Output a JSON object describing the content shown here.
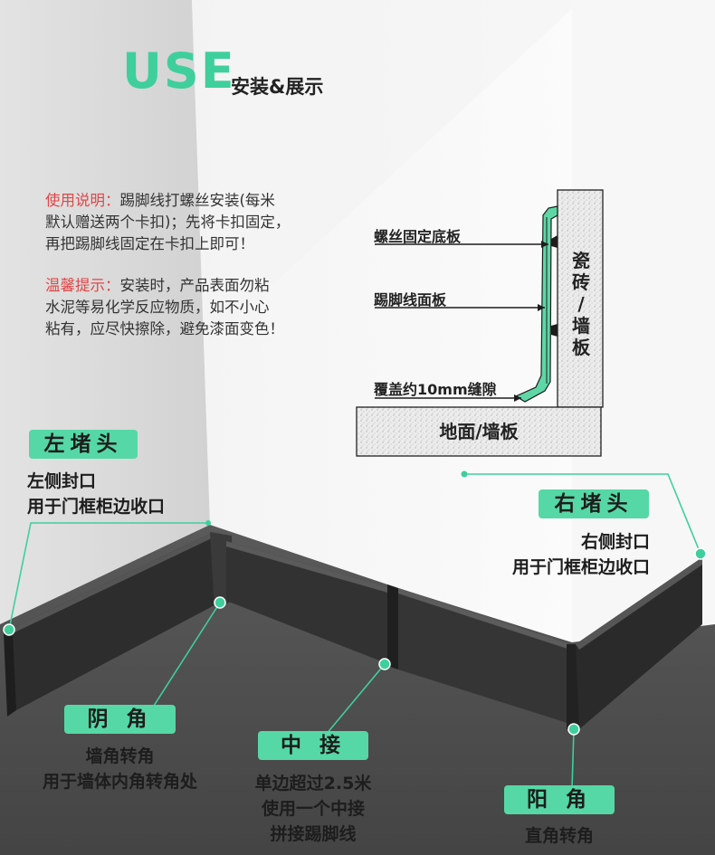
{
  "header": {
    "title": "USE",
    "subtitle": "安装&展示"
  },
  "instructions": {
    "usage_label": "使用说明：",
    "usage_line1": "踢脚线打螺丝安装(每米",
    "usage_line2": "默认赠送两个卡扣)；先将卡扣固定，",
    "usage_line3": "再把踢脚线固定在卡扣上即可！",
    "tip_label": "温馨提示：",
    "tip_line1": "安装时，产品表面勿粘",
    "tip_line2": "水泥等易化学反应物质，如不小心",
    "tip_line3": "粘有，应尽快擦除，避免漆面变色！"
  },
  "diagram": {
    "label_screw": "螺丝固定底板",
    "label_panel": "踢脚线面板",
    "label_gap": "覆盖约10mm缝隙",
    "wall_chars": [
      "瓷",
      "砖",
      "/",
      "墙",
      "板"
    ],
    "floor_text": "地面/墙板"
  },
  "parts": {
    "left_end": {
      "name": "左堵头",
      "line1": "左侧封口",
      "line2": "用于门框柜边收口"
    },
    "right_end": {
      "name": "右堵头",
      "line1": "右侧封口",
      "line2": "用于门框柜边收口"
    },
    "inner_corner": {
      "name": "阴 角",
      "line1": "墙角转角",
      "line2": "用于墙体内角转角处"
    },
    "middle_joint": {
      "name": "中 接",
      "line1": "单边超过2.5米",
      "line2": "使用一个中接",
      "line3": "拼接踢脚线"
    },
    "outer_corner": {
      "name": "阳 角",
      "line1": "直角转角"
    }
  },
  "colors": {
    "accent": "#3fcf9c",
    "pill": "#55d8a5",
    "highlight": "#e04646",
    "floor": "#4d4d4d",
    "skirting": "#2e2e2e"
  }
}
